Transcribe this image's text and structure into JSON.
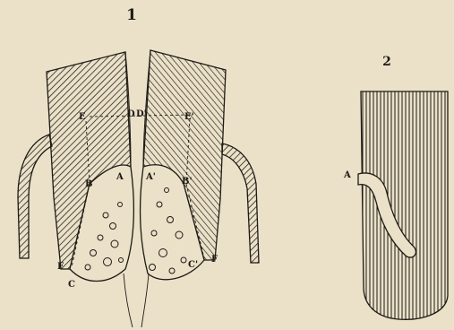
{
  "figures": [
    {
      "number": "1",
      "labels": {
        "E_left": "E",
        "D": "D",
        "D_prime": "D'",
        "E_right": "E'",
        "B_left": "B",
        "A_left": "A",
        "A_right": "A'",
        "B_right": "B'",
        "C_left": "C",
        "C_right": "C'",
        "F_left": "F",
        "F_right": "F"
      }
    },
    {
      "number": "2",
      "labels": {
        "A": "A"
      }
    }
  ],
  "colors": {
    "paper": "#ebe1c9",
    "ink": "#1e1a14"
  }
}
